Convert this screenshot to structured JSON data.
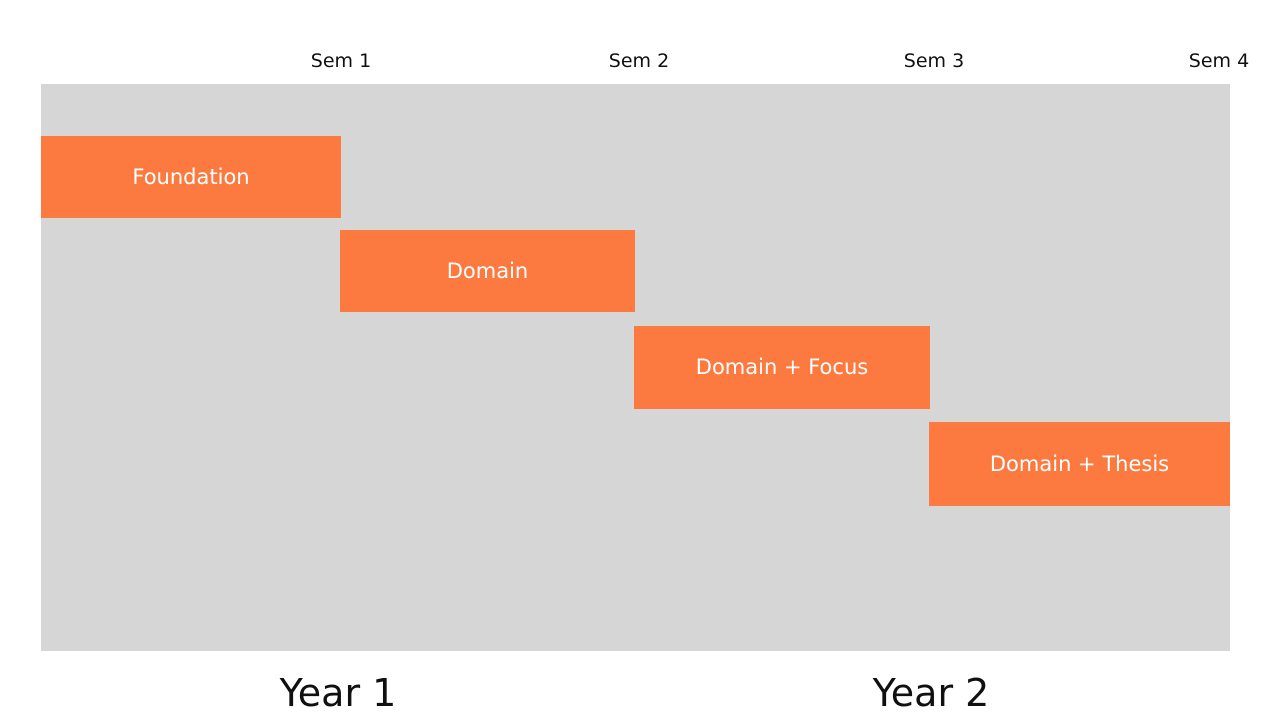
{
  "chart_data": {
    "type": "bar",
    "title": "",
    "subtitle": "",
    "xlabel": "",
    "ylabel": "",
    "orientation": "horizontal",
    "grid": false,
    "legend_position": "none",
    "axis_ticks_top": [
      "Sem 1",
      "Sem 2",
      "Sem 3",
      "Sem 4"
    ],
    "axis_groups_bottom": [
      "Year 1",
      "Year 2"
    ],
    "x_axis_units": "semester",
    "xlim": [
      0,
      4
    ],
    "categories": [
      "Foundation",
      "Domain",
      "Domain + Focus",
      "Domain + Thesis"
    ],
    "series": [
      {
        "name": "Curriculum phase",
        "values": [
          {
            "label": "Foundation",
            "start_sem": 0.0,
            "end_sem": 1.0,
            "duration_sem": 1.0,
            "row": 1
          },
          {
            "label": "Domain",
            "start_sem": 1.0,
            "end_sem": 2.0,
            "duration_sem": 1.0,
            "row": 2
          },
          {
            "label": "Domain + Focus",
            "start_sem": 2.0,
            "end_sem": 3.0,
            "duration_sem": 1.0,
            "row": 3
          },
          {
            "label": "Domain + Thesis",
            "start_sem": 3.0,
            "end_sem": 4.0,
            "duration_sem": 1.0,
            "row": 4
          }
        ]
      }
    ]
  },
  "colors": {
    "bar_fill": "#fc7a3f",
    "panel_background": "#d6d6d6",
    "page_background": "#ffffff",
    "bar_label_text": "#ffffff",
    "axis_label_text": "#101010"
  },
  "header": {
    "ticks": [
      {
        "label": "Sem 1"
      },
      {
        "label": "Sem 2"
      },
      {
        "label": "Sem 3"
      },
      {
        "label": "Sem 4"
      }
    ]
  },
  "bars": [
    {
      "label": "Foundation"
    },
    {
      "label": "Domain"
    },
    {
      "label": "Domain + Focus"
    },
    {
      "label": "Domain + Thesis"
    }
  ],
  "footer": {
    "years": [
      {
        "label": "Year 1"
      },
      {
        "label": "Year 2"
      }
    ]
  }
}
